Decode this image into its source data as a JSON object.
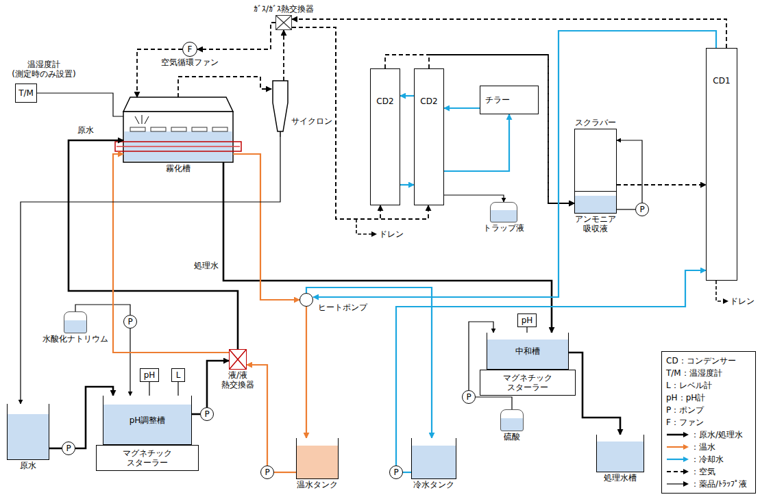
{
  "diagram": {
    "nodes": [
      {
        "text": [
          "霧化槽"
        ]
      },
      {
        "text": [
          "サイクロン"
        ]
      },
      {
        "text": [
          "F",
          "空気循環ファン"
        ]
      },
      {
        "text": [
          "ｶﾞｽ/ｶﾞｽ熱交換器"
        ]
      },
      {
        "text": [
          "T/M",
          "温湿度計 (測定時のみ設置)"
        ]
      },
      {
        "text": [
          "CD2"
        ]
      },
      {
        "text": [
          "CD2"
        ]
      },
      {
        "text": [
          "チラー"
        ]
      },
      {
        "text": [
          "トラップ液"
        ]
      },
      {
        "text": [
          "スクラバー"
        ]
      },
      {
        "text": [
          "アンモニア 吸収液"
        ]
      },
      {
        "text": [
          "P"
        ]
      },
      {
        "text": [
          "CD1"
        ]
      },
      {
        "text": [
          "ヒートポンプ"
        ]
      },
      {
        "text": [
          "液/液 熱交換器"
        ]
      },
      {
        "text": [
          "水酸化ナトリウム"
        ]
      },
      {
        "text": [
          "P"
        ]
      },
      {
        "text": [
          "L"
        ]
      },
      {
        "text": [
          "pH"
        ]
      },
      {
        "text": [
          "pH調整槽"
        ]
      },
      {
        "text": [
          "マグネチック スターラー"
        ]
      },
      {
        "text": [
          "原水"
        ]
      },
      {
        "text": [
          "P"
        ]
      },
      {
        "text": [
          "P"
        ]
      },
      {
        "text": [
          "P"
        ]
      },
      {
        "text": [
          "温水タンク"
        ]
      },
      {
        "text": [
          "P"
        ]
      },
      {
        "text": [
          "冷水タンク"
        ]
      },
      {
        "text": [
          "硫酸"
        ]
      },
      {
        "text": [
          "P"
        ]
      },
      {
        "text": [
          "pH"
        ]
      },
      {
        "text": [
          "中和槽"
        ]
      },
      {
        "text": [
          "マグネチック スターラー"
        ]
      },
      {
        "text": [
          "処理水槽"
        ]
      }
    ],
    "edges": [
      {
        "from": 21,
        "to": 22,
        "arrow": "none"
      },
      {
        "from": 22,
        "to": 19,
        "arrow": "to"
      },
      {
        "from": 15,
        "to": 16,
        "arrow": "none"
      },
      {
        "from": 16,
        "to": 19,
        "arrow": "to"
      },
      {
        "from": 19,
        "to": 23,
        "arrow": "none"
      },
      {
        "from": 23,
        "to": 14,
        "arrow": "to"
      },
      {
        "from": 14,
        "to": 0,
        "arrow": "to"
      },
      {
        "from": 0,
        "to": 31,
        "arrow": "to"
      },
      {
        "from": 31,
        "to": 33,
        "arrow": "to"
      },
      {
        "from": 28,
        "to": 29,
        "arrow": "none"
      },
      {
        "from": 29,
        "to": 31,
        "arrow": "to"
      },
      {
        "from": 0,
        "to": 1,
        "arrow": "to"
      },
      {
        "from": 1,
        "to": 3,
        "arrow": "to"
      },
      {
        "from": 3,
        "to": 2,
        "arrow": "to"
      },
      {
        "from": 2,
        "to": 0,
        "arrow": "to"
      },
      {
        "from": 4,
        "to": 0,
        "arrow": "none"
      },
      {
        "from": 3,
        "to": 5,
        "arrow": "to"
      },
      {
        "from": 3,
        "to": 6,
        "arrow": "to"
      },
      {
        "from": 5,
        "to": 10,
        "arrow": "to"
      },
      {
        "from": 6,
        "to": 10,
        "arrow": "to"
      },
      {
        "from": 9,
        "to": 12,
        "arrow": "to"
      },
      {
        "from": 12,
        "to": 3,
        "arrow": "to"
      },
      {
        "from": 26,
        "to": 12,
        "arrow": "to"
      },
      {
        "from": 13,
        "to": 27,
        "arrow": "to"
      },
      {
        "from": 12,
        "to": 13,
        "arrow": "to"
      },
      {
        "from": 13,
        "to": 25,
        "arrow": "to"
      },
      {
        "from": 0,
        "to": 13,
        "arrow": "to"
      },
      {
        "from": 25,
        "to": 24,
        "arrow": "none"
      },
      {
        "from": 24,
        "to": 14,
        "arrow": "to"
      },
      {
        "from": 14,
        "to": 0,
        "arrow": "to"
      },
      {
        "from": 1,
        "to": 21,
        "arrow": "to"
      },
      {
        "from": 10,
        "to": 11,
        "arrow": "none"
      },
      {
        "from": 11,
        "to": 9,
        "arrow": "to"
      },
      {
        "from": 7,
        "to": 6,
        "arrow": "to"
      },
      {
        "from": 6,
        "to": 5,
        "arrow": "to"
      },
      {
        "from": 5,
        "to": 6,
        "arrow": "to"
      },
      {
        "from": 6,
        "to": 7,
        "arrow": "to"
      },
      {
        "from": 6,
        "to": 8,
        "arrow": "to"
      },
      {
        "from": 18,
        "to": 19,
        "arrow": "none"
      },
      {
        "from": 17,
        "to": 19,
        "arrow": "none"
      },
      {
        "from": 30,
        "to": 31,
        "arrow": "none"
      },
      {
        "from": 27,
        "to": 26,
        "arrow": "none"
      }
    ],
    "labels": [
      "原水",
      "処理水",
      "ドレン",
      "ドレン"
    ],
    "legend": [
      {
        "text": "CD：コンデンサー"
      },
      {
        "text": "T/M：温湿度計"
      },
      {
        "text": "L：レベル計"
      },
      {
        "text": "pH：pH計"
      },
      {
        "text": "P：ポンプ"
      },
      {
        "text": "F：ファン"
      },
      {
        "text": "：原水/処理水"
      },
      {
        "text": "：温水"
      },
      {
        "text": "：冷却水"
      },
      {
        "text": "：空気"
      },
      {
        "text": "：薬品/ﾄﾗｯﾌﾟ液"
      }
    ]
  }
}
